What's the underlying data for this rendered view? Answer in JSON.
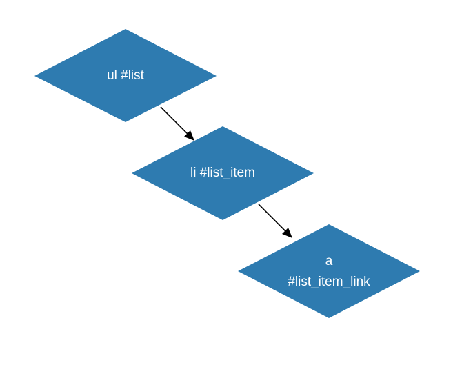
{
  "colors": {
    "node_fill": "#2e7bb0",
    "node_text": "#ffffff",
    "edge": "#000000",
    "background": "#ffffff"
  },
  "nodes": [
    {
      "id": "ul",
      "shape": "diamond",
      "lines": [
        "ul #list"
      ]
    },
    {
      "id": "li",
      "shape": "diamond",
      "lines": [
        "li #list_item"
      ]
    },
    {
      "id": "a",
      "shape": "diamond",
      "lines": [
        "a",
        "#list_item_link"
      ]
    }
  ],
  "edges": [
    {
      "from": "ul",
      "to": "li"
    },
    {
      "from": "li",
      "to": "a"
    }
  ]
}
